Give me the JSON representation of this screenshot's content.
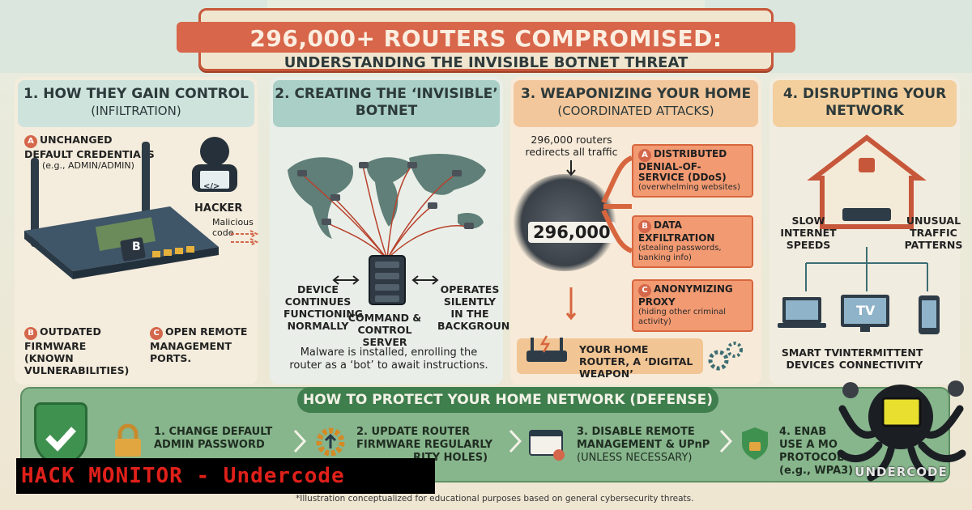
{
  "header": {
    "title": "296,000+ ROUTERS COMPROMISED:",
    "subtitle": "UNDERSTANDING THE INVISIBLE BOTNET THREAT"
  },
  "panel1": {
    "title": "1. HOW THEY GAIN CONTROL",
    "subtitle": "(INFILTRATION)",
    "item_a_badge": "A",
    "item_a_title": "UNCHANGED DEFAULT CREDENTIALS",
    "item_a_detail": "(e.g., ADMIN/ADMIN)",
    "hacker_label": "HACKER",
    "hacker_code": "</>",
    "malicious_label": "Malicious code",
    "router_chip": "B",
    "item_b_badge": "B",
    "item_b_title": "OUTDATED FIRMWARE (KNOWN VULNERABILITIES)",
    "item_c_badge": "C",
    "item_c_title": "OPEN REMOTE MANAGEMENT PORTS."
  },
  "panel2": {
    "title": "2. CREATING THE ‘INVISIBLE’ BOTNET",
    "device_note": "DEVICE CONTINUES FUNCTIONING NORMALLY",
    "silent_note": "OPERATES SILENTLY IN THE BACKGROUND",
    "server_label": "COMMAND & CONTROL SERVER",
    "footer": "Malware is installed, enrolling the router as a ‘bot’ to await instructions."
  },
  "panel3": {
    "title": "3. WEAPONIZING YOUR HOME",
    "subtitle": "(COORDINATED ATTACKS)",
    "redirect_note": "296,000 routers redirects all traffic",
    "cluster_value": "296,000",
    "attacks": [
      {
        "badge": "A",
        "title": "DISTRIBUTED DENIAL-OF-SERVICE (DDoS)",
        "detail": "(overwhelming websites)"
      },
      {
        "badge": "B",
        "title": "DATA EXFILTRATION",
        "detail": "(stealing passwords, banking info)"
      },
      {
        "badge": "C",
        "title": "ANONYMIZING PROXY",
        "detail": "(hiding other criminal activity)"
      }
    ],
    "home_router_label": "YOUR HOME ROUTER, A ‘DIGITAL WEAPON’"
  },
  "panel4": {
    "title": "4. DISRUPTING YOUR NETWORK",
    "slow_label": "SLOW INTERNET SPEEDS",
    "unusual_label": "UNUSUAL TRAFFIC PATTERNS",
    "tv_text": "TV",
    "smart_label": "SMART TV DEVICES",
    "intermittent_label": "INTERMITTENT CONNECTIVITY"
  },
  "defense": {
    "title": "HOW TO PROTECT YOUR HOME NETWORK (DEFENSE)",
    "steps": [
      {
        "label": "1. CHANGE DEFAULT ADMIN PASSWORD"
      },
      {
        "label": "2. UPDATE ROUTER FIRMWARE REGULARLY",
        "detail": "RITY HOLES)"
      },
      {
        "label": "3. DISABLE REMOTE MANAGEMENT & UPnP",
        "detail": "(UNLESS NECESSARY)"
      },
      {
        "label": "4. ENAB",
        "line2": "USE A MO",
        "line3": "PROTOCOL (e.g., WPA3)"
      }
    ]
  },
  "overlay": {
    "hack_monitor": "HACK MONITOR - Undercode",
    "logo_text": "UNDERCODE"
  },
  "footnote": "*Illustration conceptualized for educational purposes based on general cybersecurity threats.",
  "colors": {
    "accent_red": "#d8664a",
    "teal": "#a9cfc7",
    "orange": "#f3c79c",
    "defense_green": "#87b58c",
    "dark_green": "#3f7e4d"
  }
}
